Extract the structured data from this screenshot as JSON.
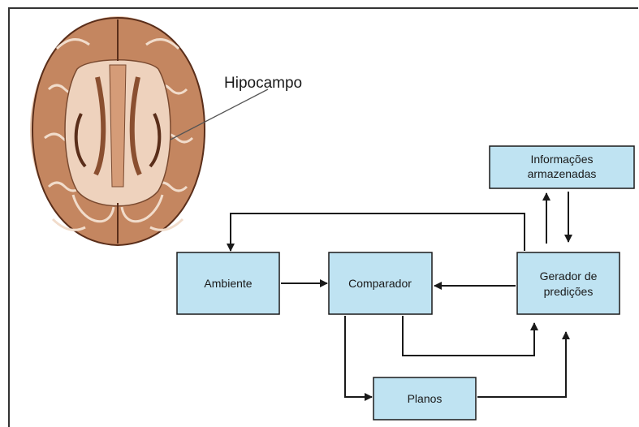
{
  "brain_label": "Hipocampo",
  "nodes": {
    "info": [
      "Informações",
      "armazenadas"
    ],
    "ambiente": [
      "Ambiente"
    ],
    "comparador": [
      "Comparador"
    ],
    "gerador": [
      "Gerador de",
      "predições"
    ],
    "planos": [
      "Planos"
    ]
  },
  "colors": {
    "box_fill": "#bfe3f2",
    "box_stroke": "#1a1a1a",
    "brain_tissue": "#c48660",
    "brain_light": "#eed2bd",
    "brain_dark": "#5a2e1a"
  }
}
